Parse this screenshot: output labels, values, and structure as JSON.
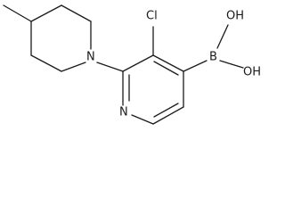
{
  "molecule": {
    "atoms": {
      "chlorine": "Cl",
      "boron": "B",
      "hydroxyl_top": "OH",
      "hydroxyl_bottom": "OH",
      "piperidine_nitrogen": "N",
      "pyridine_nitrogen": "N"
    }
  }
}
